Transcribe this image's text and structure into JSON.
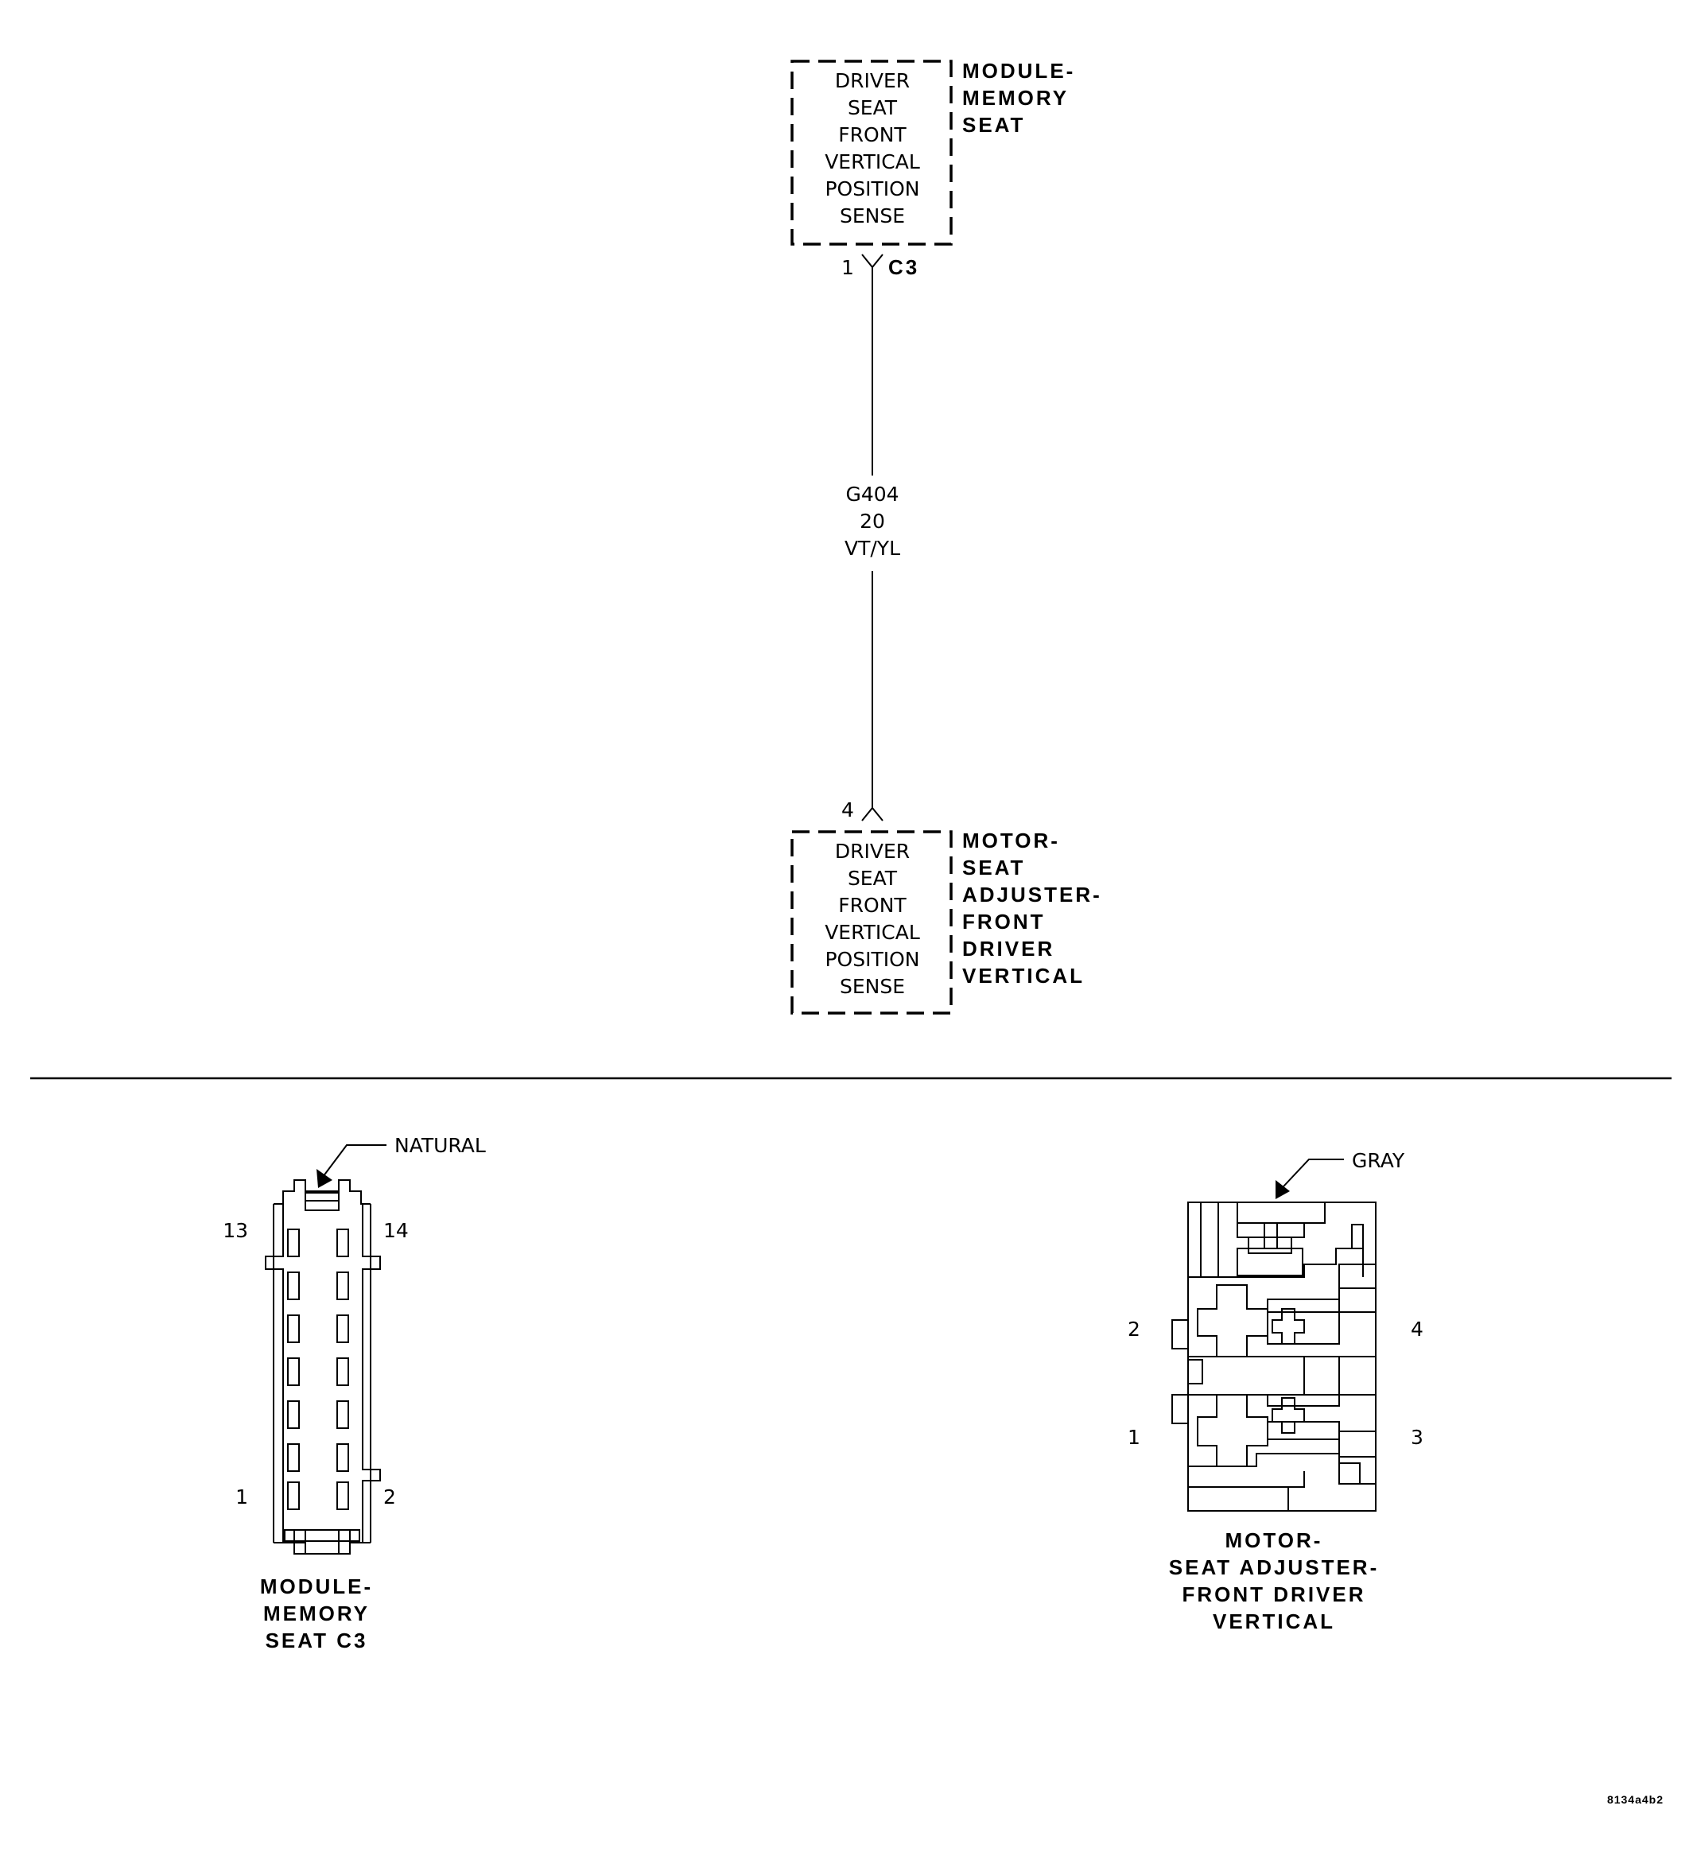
{
  "top_module": {
    "box_lines": [
      "DRIVER",
      "SEAT",
      "FRONT",
      "VERTICAL",
      "POSITION",
      "SENSE"
    ],
    "label_lines": [
      "MODULE-",
      "MEMORY",
      "SEAT"
    ],
    "pin": "1",
    "connector": "C3"
  },
  "wire": {
    "circuit": "G404",
    "gauge": "20",
    "color": "VT/YL"
  },
  "bottom_module": {
    "pin": "4",
    "box_lines": [
      "DRIVER",
      "SEAT",
      "FRONT",
      "VERTICAL",
      "POSITION",
      "SENSE"
    ],
    "label_lines": [
      "MOTOR-",
      "SEAT",
      "ADJUSTER-",
      "FRONT",
      "DRIVER",
      "VERTICAL"
    ]
  },
  "connector_left": {
    "color_label": "NATURAL",
    "pins": {
      "top_left": "13",
      "top_right": "14",
      "bottom_left": "1",
      "bottom_right": "2"
    },
    "caption_lines": [
      "MODULE-",
      "MEMORY",
      "SEAT C3"
    ]
  },
  "connector_right": {
    "color_label": "GRAY",
    "pins": {
      "upper_left": "2",
      "upper_right": "4",
      "lower_left": "1",
      "lower_right": "3"
    },
    "caption_lines": [
      "MOTOR-",
      "SEAT ADJUSTER-",
      "FRONT DRIVER",
      "VERTICAL"
    ]
  },
  "figure_id": "8134a4b2"
}
